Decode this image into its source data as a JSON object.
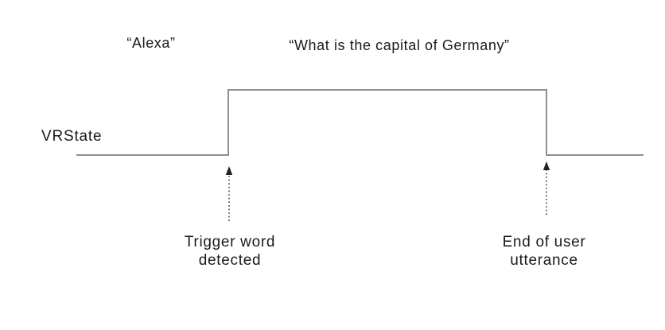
{
  "diagram": {
    "speech_annotations": {
      "trigger_phrase": "“Alexa”",
      "user_utterance": "“What is the capital of Germany”"
    },
    "signal": {
      "name": "VRState",
      "states": [
        "low",
        "high",
        "low"
      ]
    },
    "event_labels": {
      "rising_edge": "Trigger word\ndetected",
      "falling_edge": "End of user\nutterance"
    },
    "colors": {
      "background": "#ffffff",
      "signal_line": "#8f8f8f",
      "text": "#1a1a1a",
      "arrow": "#222222"
    }
  }
}
